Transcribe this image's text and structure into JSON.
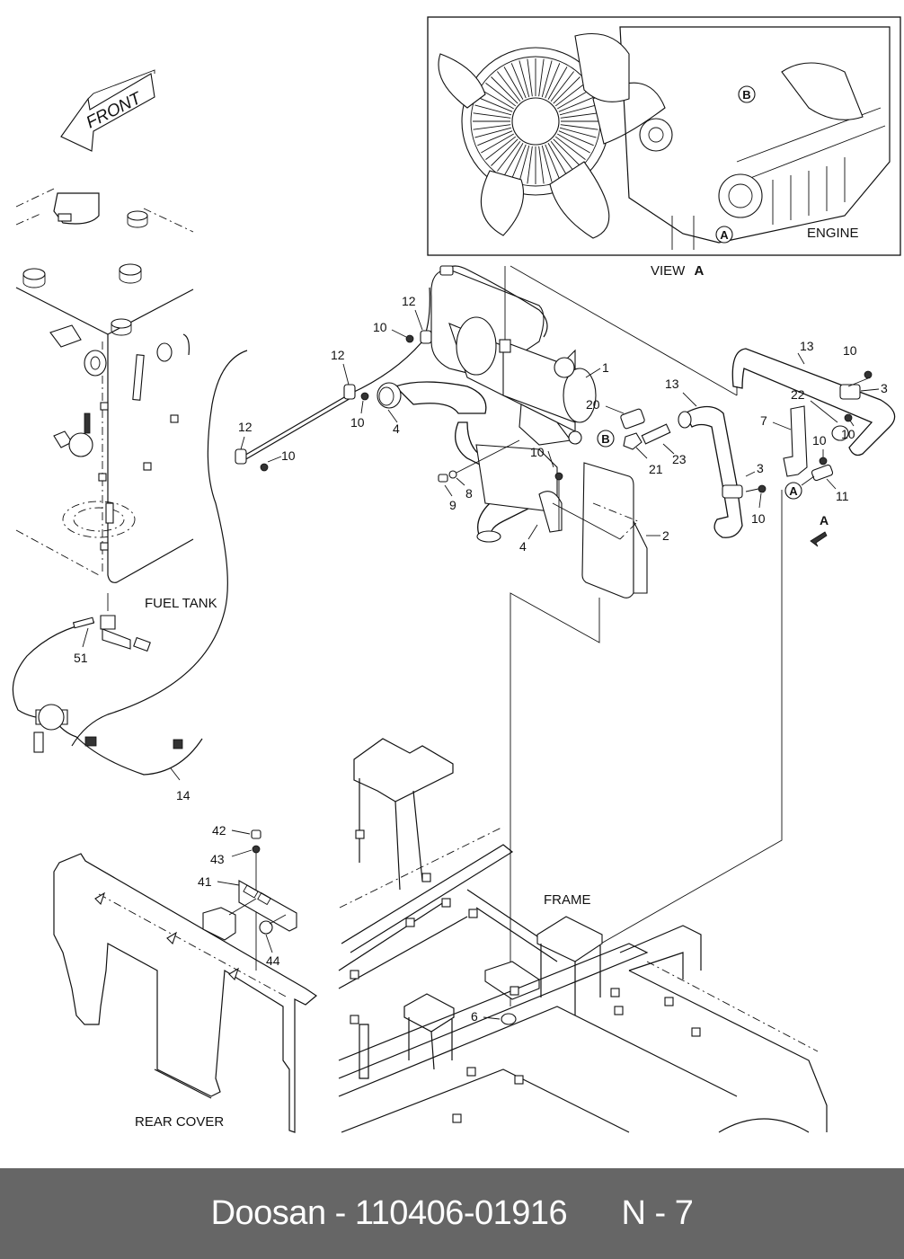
{
  "diagram": {
    "front_arrow_label": "FRONT",
    "inset": {
      "engine_label": "ENGINE",
      "view_label_prefix": "VIEW",
      "view_label_letter": "A",
      "callout_a": "A",
      "callout_b": "B"
    },
    "sections": {
      "fuel_tank": "FUEL TANK",
      "frame": "FRAME",
      "rear_cover": "REAR COVER"
    },
    "direction_marker": "A",
    "connection_markers": {
      "a": "A",
      "b": "B"
    },
    "callouts": {
      "heater": "1",
      "mount_plate": "2",
      "clamp_right_top": "3",
      "clamp_right_mid": "3",
      "duct_upper": "4",
      "duct_lower": "4",
      "nut_frame": "6",
      "bracket": "7",
      "washer": "8",
      "bolt": "9",
      "nut_clamp_top": "10",
      "nut_clamp_mid": "10",
      "nut_clamp_left": "10",
      "nut_bracket_lower": "10",
      "nut_mount": "10",
      "nut_right_top": "10",
      "nut_right_mid": "10",
      "nut_right_lower": "10",
      "fitting_right": "11",
      "clip_top": "12",
      "clip_mid": "12",
      "clip_left": "12",
      "hose_mid": "13",
      "hose_right": "13",
      "fuel_line": "14",
      "adapter_20": "20",
      "nut_21": "21",
      "grommet_22": "22",
      "pipe_23": "23",
      "controller_41": "41",
      "bolt_42": "42",
      "washer_43": "43",
      "cap_44": "44",
      "fitting_51": "51"
    }
  },
  "footer": {
    "brand": "Doosan",
    "separator": " - ",
    "part_number": "110406-01916",
    "page_ref": "N - 7"
  }
}
